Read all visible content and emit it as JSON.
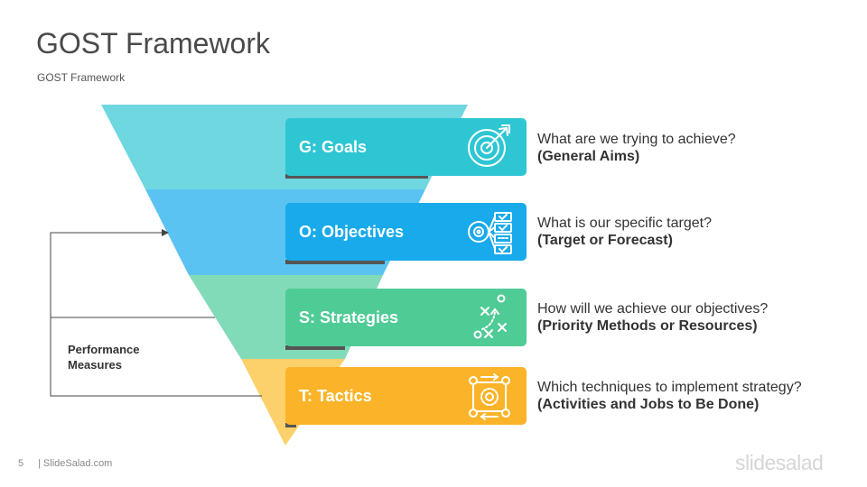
{
  "header": {
    "title": "GOST Framework",
    "subtitle": "GOST Framework"
  },
  "colors": {
    "goals_band": "#6fd7e0",
    "goals_bar": "#2ec6d3",
    "objectives_band": "#5bc3f2",
    "objectives_bar": "#18aaea",
    "strategies_band": "#82dbb8",
    "strategies_bar": "#4fcb96",
    "tactics_band": "#fcd06b",
    "tactics_bar": "#fbb429",
    "bar_shadow": "#555555",
    "connector": "#444444"
  },
  "stages": [
    {
      "label": "G: Goals",
      "icon": "target-icon",
      "question": "What are we trying to achieve?",
      "answer": "(General Aims)"
    },
    {
      "label": "O: Objectives",
      "icon": "checklist-target-icon",
      "question": "What is our specific target?",
      "answer": "(Target or Forecast)"
    },
    {
      "label": "S: Strategies",
      "icon": "strategy-play-icon",
      "question": "How will we achieve our objectives?",
      "answer": "(Priority Methods or Resources)"
    },
    {
      "label": "T: Tactics",
      "icon": "gear-network-icon",
      "question": "Which techniques to implement strategy?",
      "answer": "(Activities and Jobs to Be Done)"
    }
  ],
  "feedback": {
    "label": "Performance Measures"
  },
  "footer": {
    "page_number": "5",
    "site": "| SlideSalad.com",
    "brand": "slidesalad"
  }
}
